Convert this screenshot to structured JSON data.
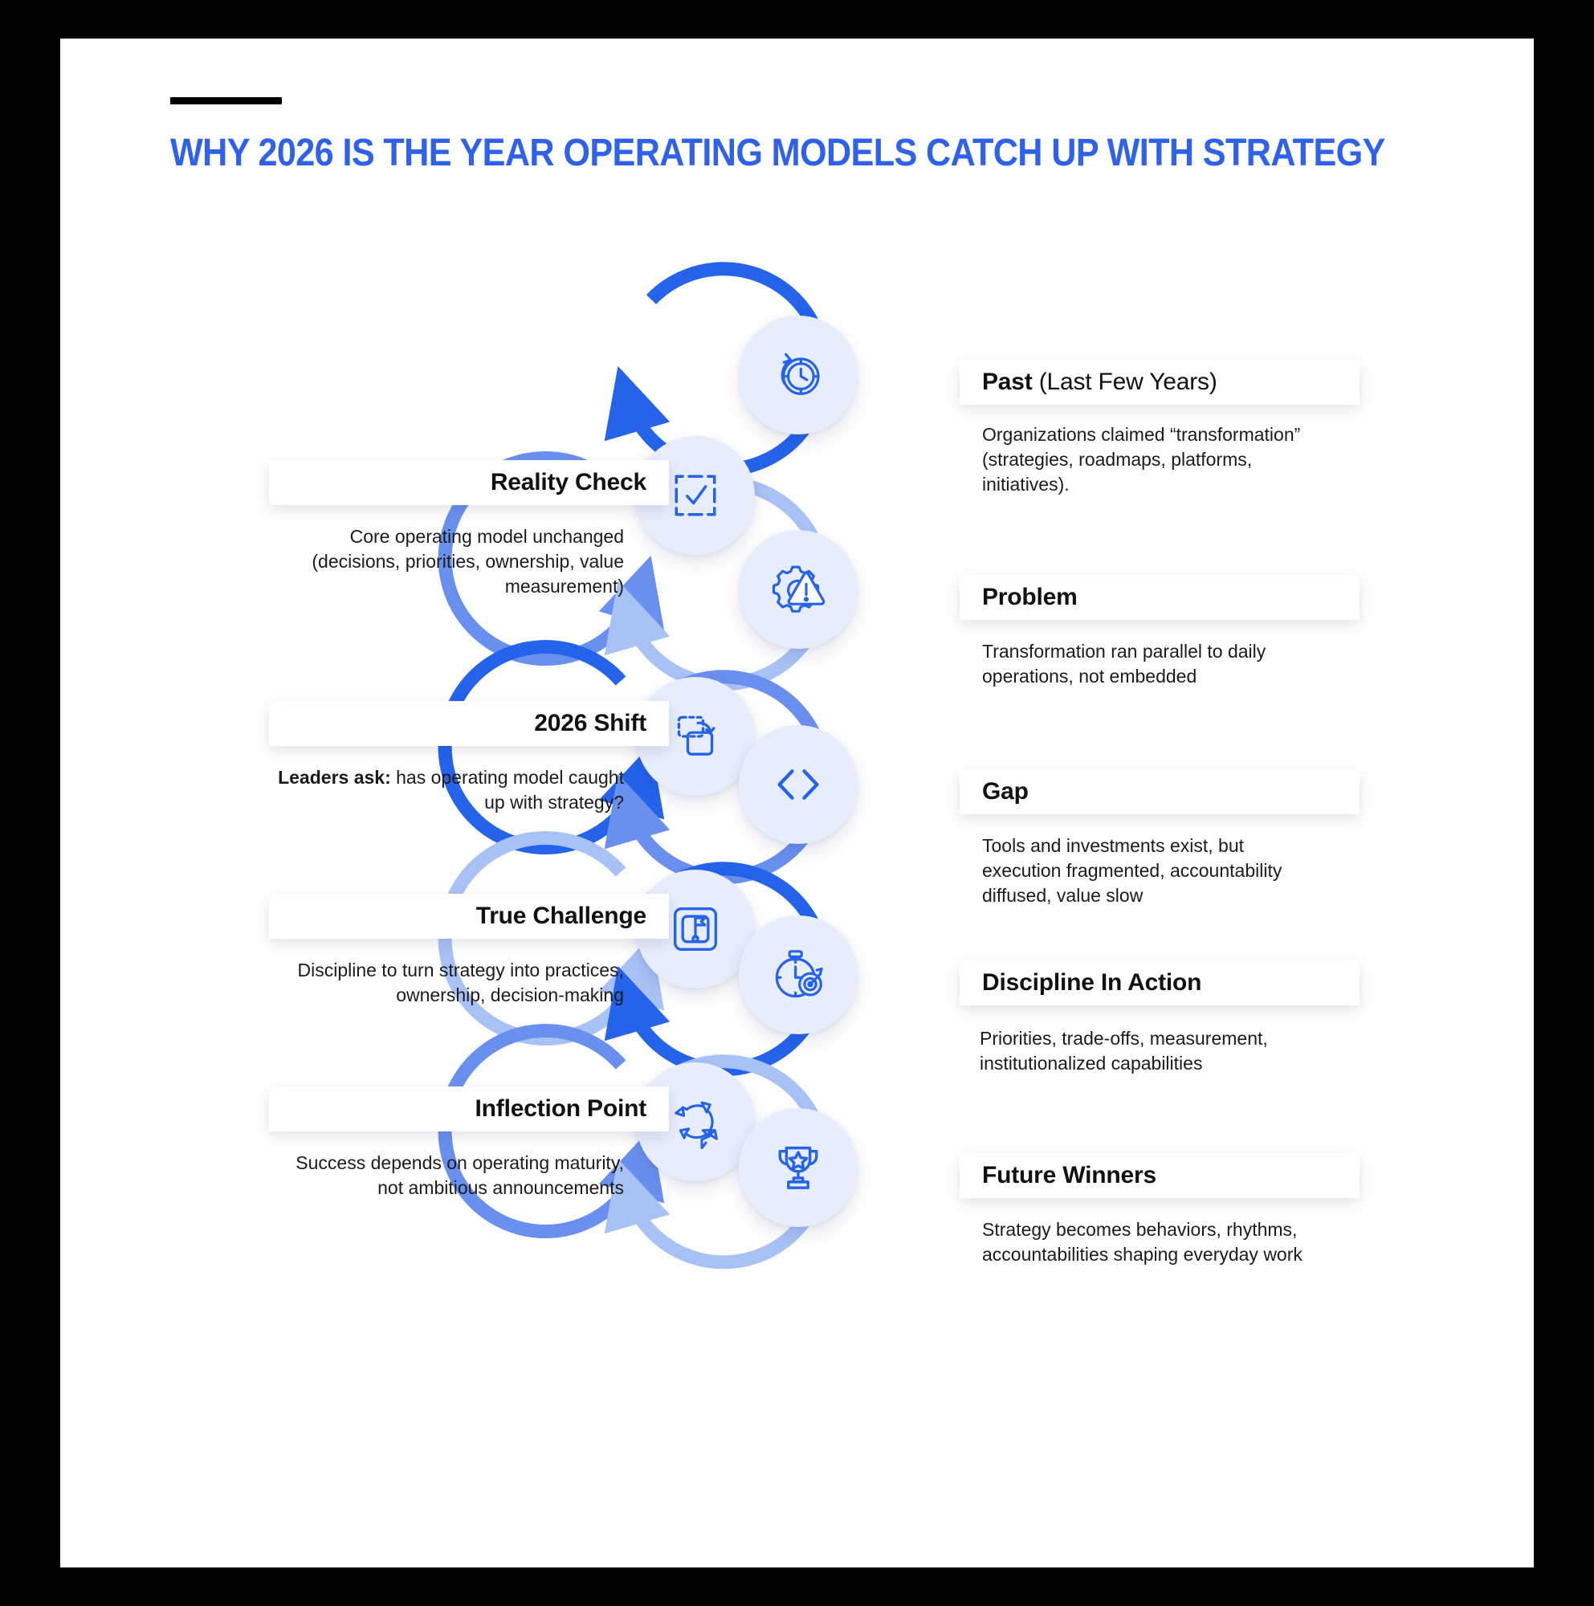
{
  "header": {
    "title": "WHY 2026 IS THE YEAR OPERATING MODELS CATCH UP WITH STRATEGY"
  },
  "colors": {
    "accent_dark": "#2563eb",
    "accent_mid": "#6a90ef",
    "accent_light": "#a9c2f6",
    "icon_bubble": "#e7edfc",
    "title_blue": "#2f62e8",
    "card_bg": "#ffffff",
    "page_bg": "#ffffff",
    "frame_bg": "#000000"
  },
  "steps": [
    {
      "id": "past",
      "side": "right",
      "icon": "clock-history-icon",
      "ring_color": "#2563eb",
      "title_strong": "Past",
      "title_regular": " (Last Few Years)",
      "description": "Organizations claimed “transformation” (strategies, roadmaps, platforms, initiatives)."
    },
    {
      "id": "reality-check",
      "side": "left",
      "icon": "checkmark-frame-icon",
      "ring_color": "#6a90ef",
      "title_strong": "Reality Check",
      "title_regular": "",
      "description": "Core operating model unchanged (decisions, priorities, ownership, value measurement)"
    },
    {
      "id": "problem",
      "side": "right",
      "icon": "gear-warning-icon",
      "ring_color": "#a9c2f6",
      "title_strong": "Problem",
      "title_regular": "",
      "description": "Transformation ran parallel to daily operations, not embedded"
    },
    {
      "id": "shift-2026",
      "side": "left",
      "icon": "shape-transform-icon",
      "ring_color": "#2563eb",
      "title_strong": "2026 Shift",
      "title_regular": "",
      "description_lead": "Leaders ask:",
      "description": " has operating model caught up with strategy?"
    },
    {
      "id": "gap",
      "side": "right",
      "icon": "code-brackets-icon",
      "ring_color": "#6a90ef",
      "title_strong": "Gap",
      "title_regular": "",
      "description": "Tools and investments exist, but execution fragmented, accountability diffused, value slow"
    },
    {
      "id": "true-challenge",
      "side": "left",
      "icon": "goal-flag-icon",
      "ring_color": "#a9c2f6",
      "title_strong": "True Challenge",
      "title_regular": "",
      "description": "Discipline to turn strategy into practices, ownership, decision-making"
    },
    {
      "id": "discipline-in-action",
      "side": "right",
      "icon": "stopwatch-target-icon",
      "ring_color": "#2563eb",
      "title_strong": "Discipline In Action",
      "title_regular": "",
      "description": "Priorities, trade-offs, measurement, institutionalized capabilities"
    },
    {
      "id": "inflection-point",
      "side": "left",
      "icon": "cycle-arrows-icon",
      "ring_color": "#6a90ef",
      "title_strong": "Inflection Point",
      "title_regular": "",
      "description": "Success depends on operating maturity, not ambitious announcements"
    },
    {
      "id": "future-winners",
      "side": "right",
      "icon": "trophy-star-icon",
      "ring_color": "#a9c2f6",
      "title_strong": "Future Winners",
      "title_regular": "",
      "description": "Strategy becomes behaviors, rhythms, accountabilities shaping everyday work"
    }
  ]
}
